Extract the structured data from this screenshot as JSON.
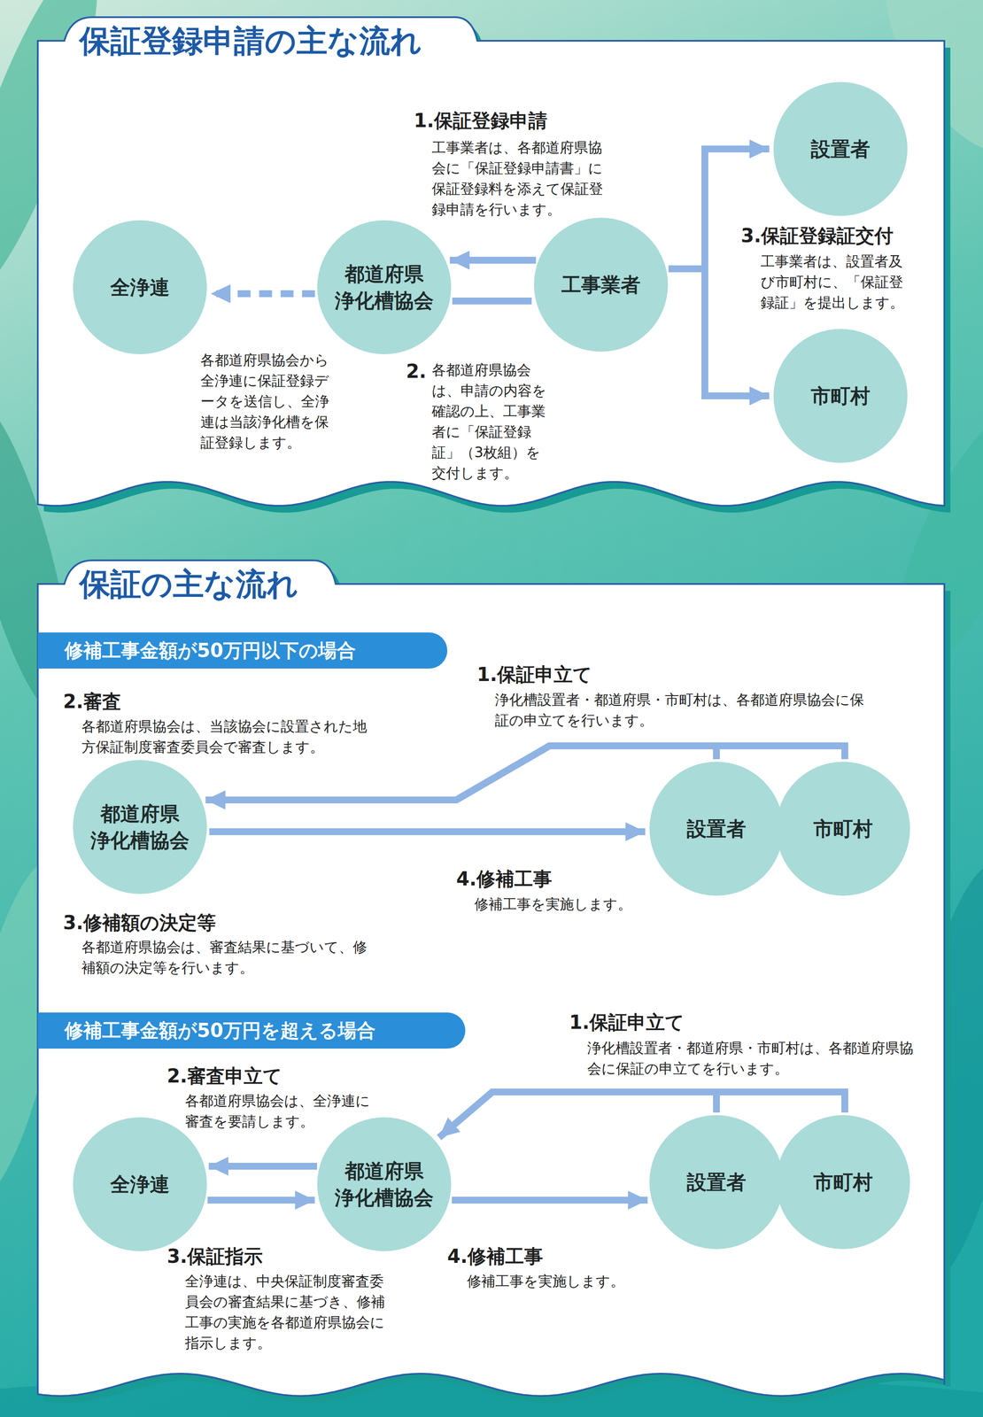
{
  "diagram": {
    "nodes": [
      {
        "text": [
          "全浄連"
        ]
      },
      {
        "text": [
          "都道府県 浄化槽協会"
        ]
      },
      {
        "text": [
          "工事業者"
        ]
      },
      {
        "text": [
          "設置者"
        ]
      },
      {
        "text": [
          "市町村"
        ]
      },
      {
        "text": [
          "都道府県 浄化槽協会"
        ]
      },
      {
        "text": [
          "設置者"
        ]
      },
      {
        "text": [
          "市町村"
        ]
      },
      {
        "text": [
          "全浄連"
        ]
      },
      {
        "text": [
          "都道府県 浄化槽協会"
        ]
      },
      {
        "text": [
          "設置者"
        ]
      },
      {
        "text": [
          "市町村"
        ]
      }
    ],
    "edges": [
      {
        "from": 2,
        "to": 1,
        "arrow": "to"
      },
      {
        "from": 1,
        "to": 2,
        "arrow": "none"
      },
      {
        "from": 1,
        "to": 0,
        "arrow": "to"
      },
      {
        "from": 2,
        "to": 3,
        "arrow": "to"
      },
      {
        "from": 2,
        "to": 4,
        "arrow": "to"
      },
      {
        "from": 6,
        "to": 5,
        "arrow": "to"
      },
      {
        "from": 7,
        "to": 5,
        "arrow": "to"
      },
      {
        "from": 5,
        "to": 6,
        "arrow": "to"
      },
      {
        "from": 10,
        "to": 9,
        "arrow": "to"
      },
      {
        "from": 11,
        "to": 9,
        "arrow": "to"
      },
      {
        "from": 9,
        "to": 8,
        "arrow": "to"
      },
      {
        "from": 8,
        "to": 9,
        "arrow": "to"
      },
      {
        "from": 9,
        "to": 10,
        "arrow": "to"
      }
    ],
    "labels": [
      "保証登録申請の主な流れ",
      "1.保証登録申請",
      "工事業者は、各都道府県協会に「保証登録申請書」に保証登録料を添えて保証登録申請を行います。",
      "3.保証登録証交付",
      "工事業者は、設置者及び市町村に、「保証登録証」を提出します。",
      "各都道府県協会から全浄連に保証登録データを送信し、全浄連は当該浄化槽を保証登録します。",
      "2.",
      "各都道府県協会は、申請の内容を確認の上、工事業者に「保証登録証」（3枚組）を交付します。",
      "保証の主な流れ",
      "修補工事金額が50万円以下の場合",
      "1.保証申立て",
      "浄化槽設置者・都道府県・市町村は、各都道府県協会に保証の申立てを行います。",
      "2.審査",
      "各都道府県協会は、当該協会に設置された地方保証制度審査委員会で審査します。",
      "4.修補工事",
      "修補工事を実施します。",
      "3.修補額の決定等",
      "各都道府県協会は、審査結果に基づいて、修補額の決定等を行います。",
      "修補工事金額が50万円を超える場合",
      "1.保証申立て",
      "浄化槽設置者・都道府県・市町村は、各都道府県協会に保証の申立てを行います。",
      "2.審査申立て",
      "各都道府県協会は、全浄連に審査を要請します。",
      "3.保証指示",
      "全浄連は、中央保証制度審査委員会の審査結果に基づき、修補工事の実施を各都道府県協会に指示します。",
      "4.修補工事",
      "修補工事を実施します。"
    ]
  }
}
